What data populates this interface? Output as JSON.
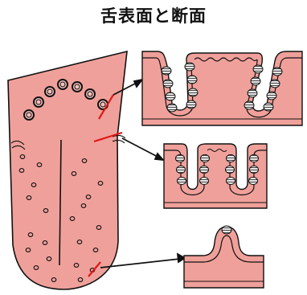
{
  "title": "舌表面と断面",
  "colors": {
    "tongue_fill": "#f0a09a",
    "stroke": "#111111",
    "cut_line": "#e01818",
    "papilla_ring": "#111111",
    "taste_bud_fill": "#e8e8e8"
  },
  "parts": {
    "tongue": "tongue-surface",
    "sections": [
      "circumvallate-section",
      "foliate-section",
      "fungiform-section"
    ]
  }
}
